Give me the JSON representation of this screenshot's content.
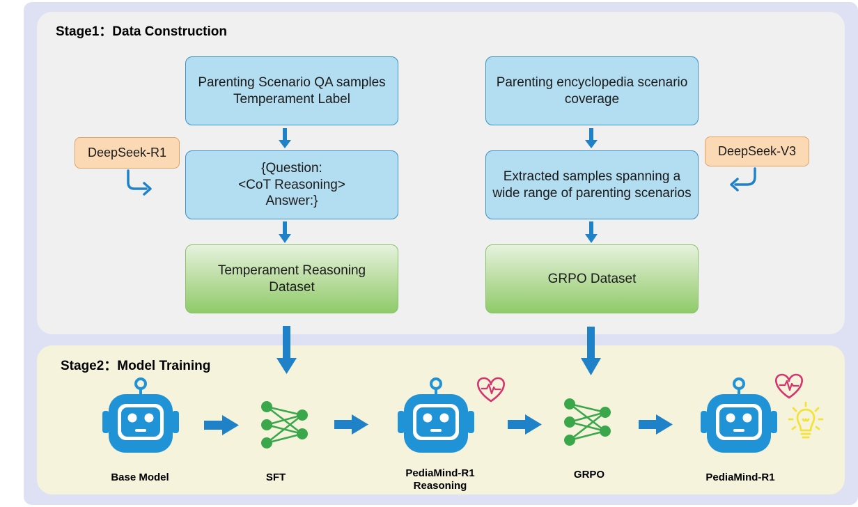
{
  "stage1": {
    "title": "Stage1：Data Construction",
    "left": {
      "box1": "Parenting Scenario QA samples\nTemperament Label",
      "box2": "{Question:\n<CoT Reasoning>\nAnswer:}",
      "dataset": "Temperament Reasoning\nDataset",
      "model": "DeepSeek-R1"
    },
    "right": {
      "box1": "Parenting encyclopedia scenario\ncoverage",
      "box2": "Extracted samples spanning a\nwide range of parenting scenarios",
      "dataset": "GRPO   Dataset",
      "model": "DeepSeek-V3"
    }
  },
  "stage2": {
    "title": "Stage2：Model Training",
    "nodes": [
      {
        "label": "Base Model",
        "icon": "robot-icon"
      },
      {
        "label": "SFT",
        "icon": "neural-network-icon"
      },
      {
        "label": "PediaMind-R1\nReasoning",
        "icon": "robot-icon"
      },
      {
        "label": "GRPO",
        "icon": "neural-network-icon"
      },
      {
        "label": "PediaMind-R1",
        "icon": "robot-icon"
      }
    ]
  },
  "colors": {
    "arrow": "#1f82c9",
    "robot": "#1f93d6",
    "network": "#3aa84a",
    "heart": "#d6336c",
    "bulb": "#f2e23a"
  }
}
